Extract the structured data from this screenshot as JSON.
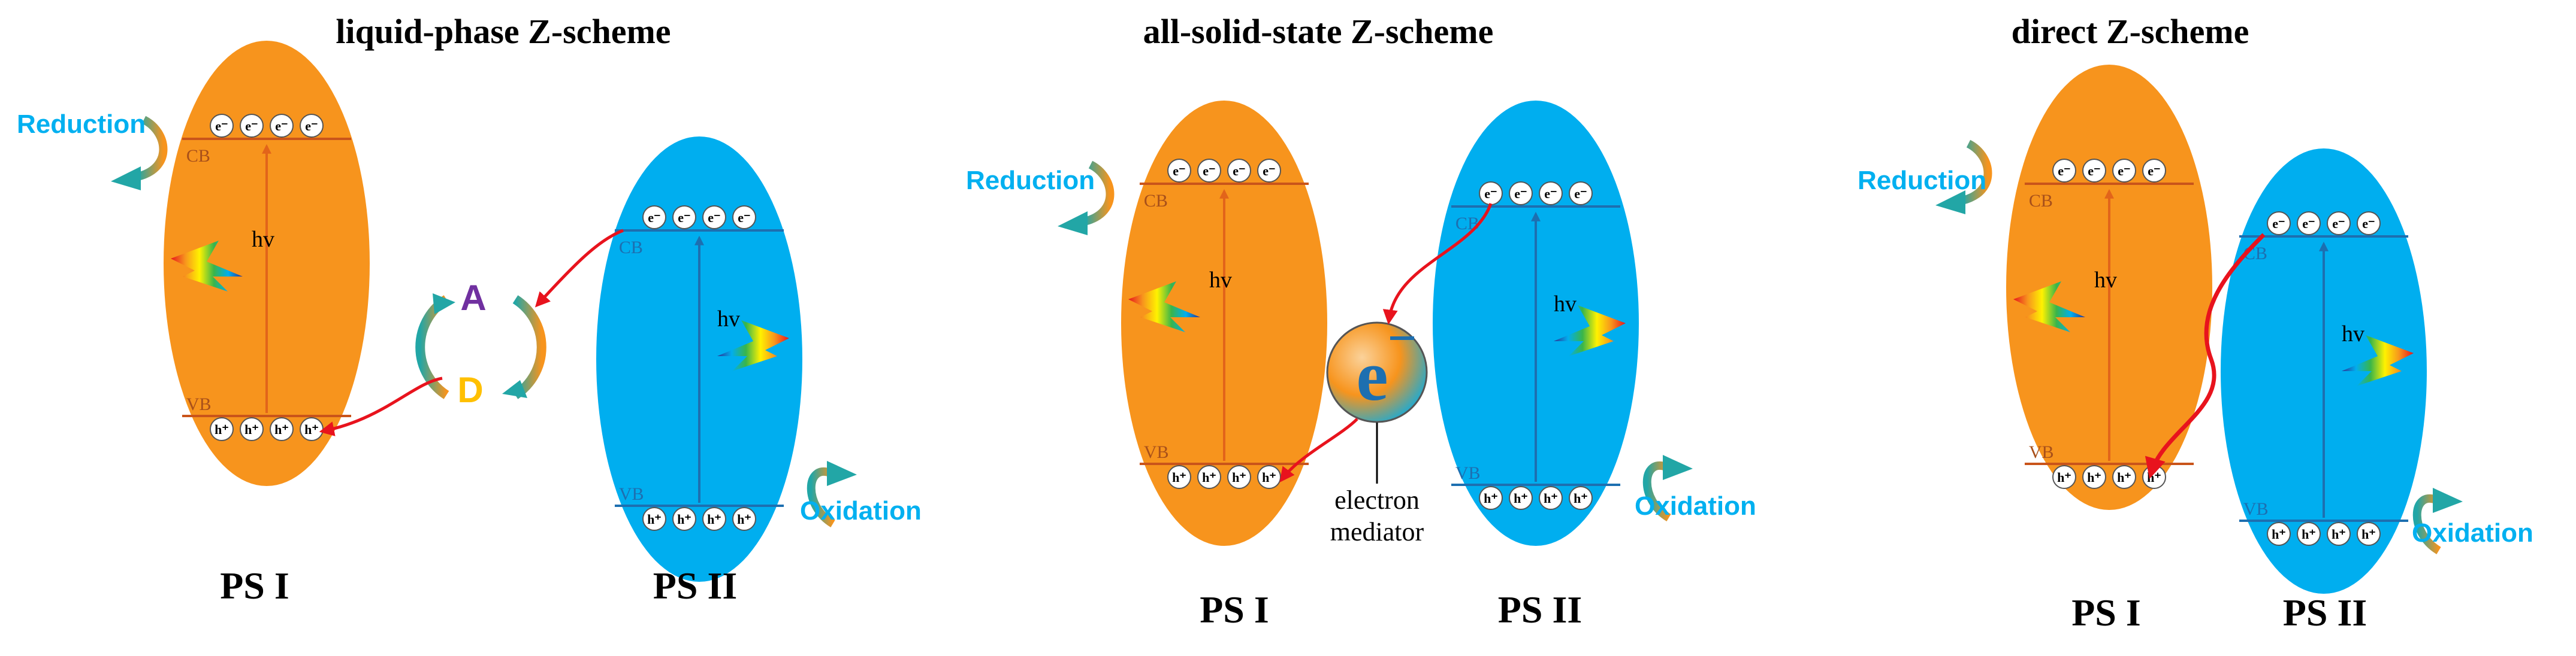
{
  "colors": {
    "ps1": "#f7941d",
    "ps2": "#00aeef",
    "arrow": "#e8131d",
    "teal": "#22a6a6",
    "reaction_text": "#00b0f0",
    "acceptor": "#7030a0",
    "donor": "#ffc000"
  },
  "panels": [
    {
      "title": "liquid-phase  Z-scheme",
      "ps1_label": "PS I",
      "ps2_label": "PS II",
      "reduction": "Reduction",
      "oxidation": "Oxidation",
      "cb": "CB",
      "vb": "VB",
      "hv": "hv",
      "acceptor": "A",
      "donor": "D"
    },
    {
      "title": "all-solid-state Z-scheme",
      "ps1_label": "PS I",
      "ps2_label": "PS II",
      "reduction": "Reduction",
      "oxidation": "Oxidation",
      "cb": "CB",
      "vb": "VB",
      "hv": "hv",
      "mediator_symbol": "e",
      "mediator_label_1": "electron",
      "mediator_label_2": "mediator"
    },
    {
      "title": "direct Z-scheme",
      "ps1_label": "PS I",
      "ps2_label": "PS II",
      "reduction": "Reduction",
      "oxidation": "Oxidation",
      "cb": "CB",
      "vb": "VB",
      "hv": "hv"
    }
  ],
  "charges": {
    "electron": "e⁻",
    "hole": "h⁺"
  },
  "icons": [
    "red-electron-transfer-arrow",
    "teal-curved-reaction-arrow",
    "rainbow-light-bolt-icon",
    "electron-mediator-sphere-icon"
  ]
}
